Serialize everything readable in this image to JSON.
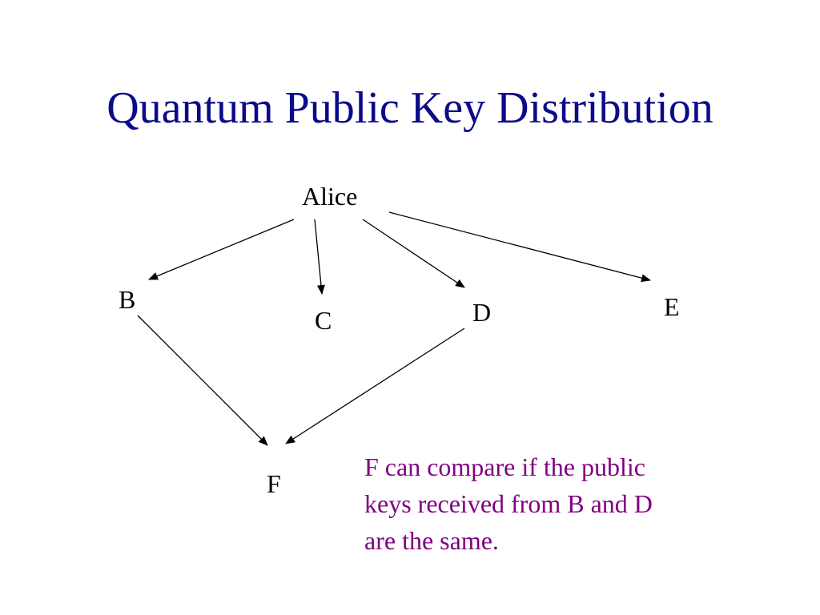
{
  "slide": {
    "title": "Quantum Public Key Distribution"
  },
  "diagram": {
    "nodes": {
      "alice": "Alice",
      "b": "B",
      "c": "C",
      "d": "D",
      "e": "E",
      "f": "F"
    },
    "edges": [
      {
        "from": "Alice",
        "to": "B"
      },
      {
        "from": "Alice",
        "to": "C"
      },
      {
        "from": "Alice",
        "to": "D"
      },
      {
        "from": "Alice",
        "to": "E"
      },
      {
        "from": "B",
        "to": "F"
      },
      {
        "from": "D",
        "to": "F"
      }
    ],
    "note": {
      "lines": [
        "F can compare if the public",
        "keys received from B and D",
        "are the same."
      ]
    }
  },
  "colors": {
    "title": "#0a0a8a",
    "note": "#800080",
    "text": "#000000"
  }
}
